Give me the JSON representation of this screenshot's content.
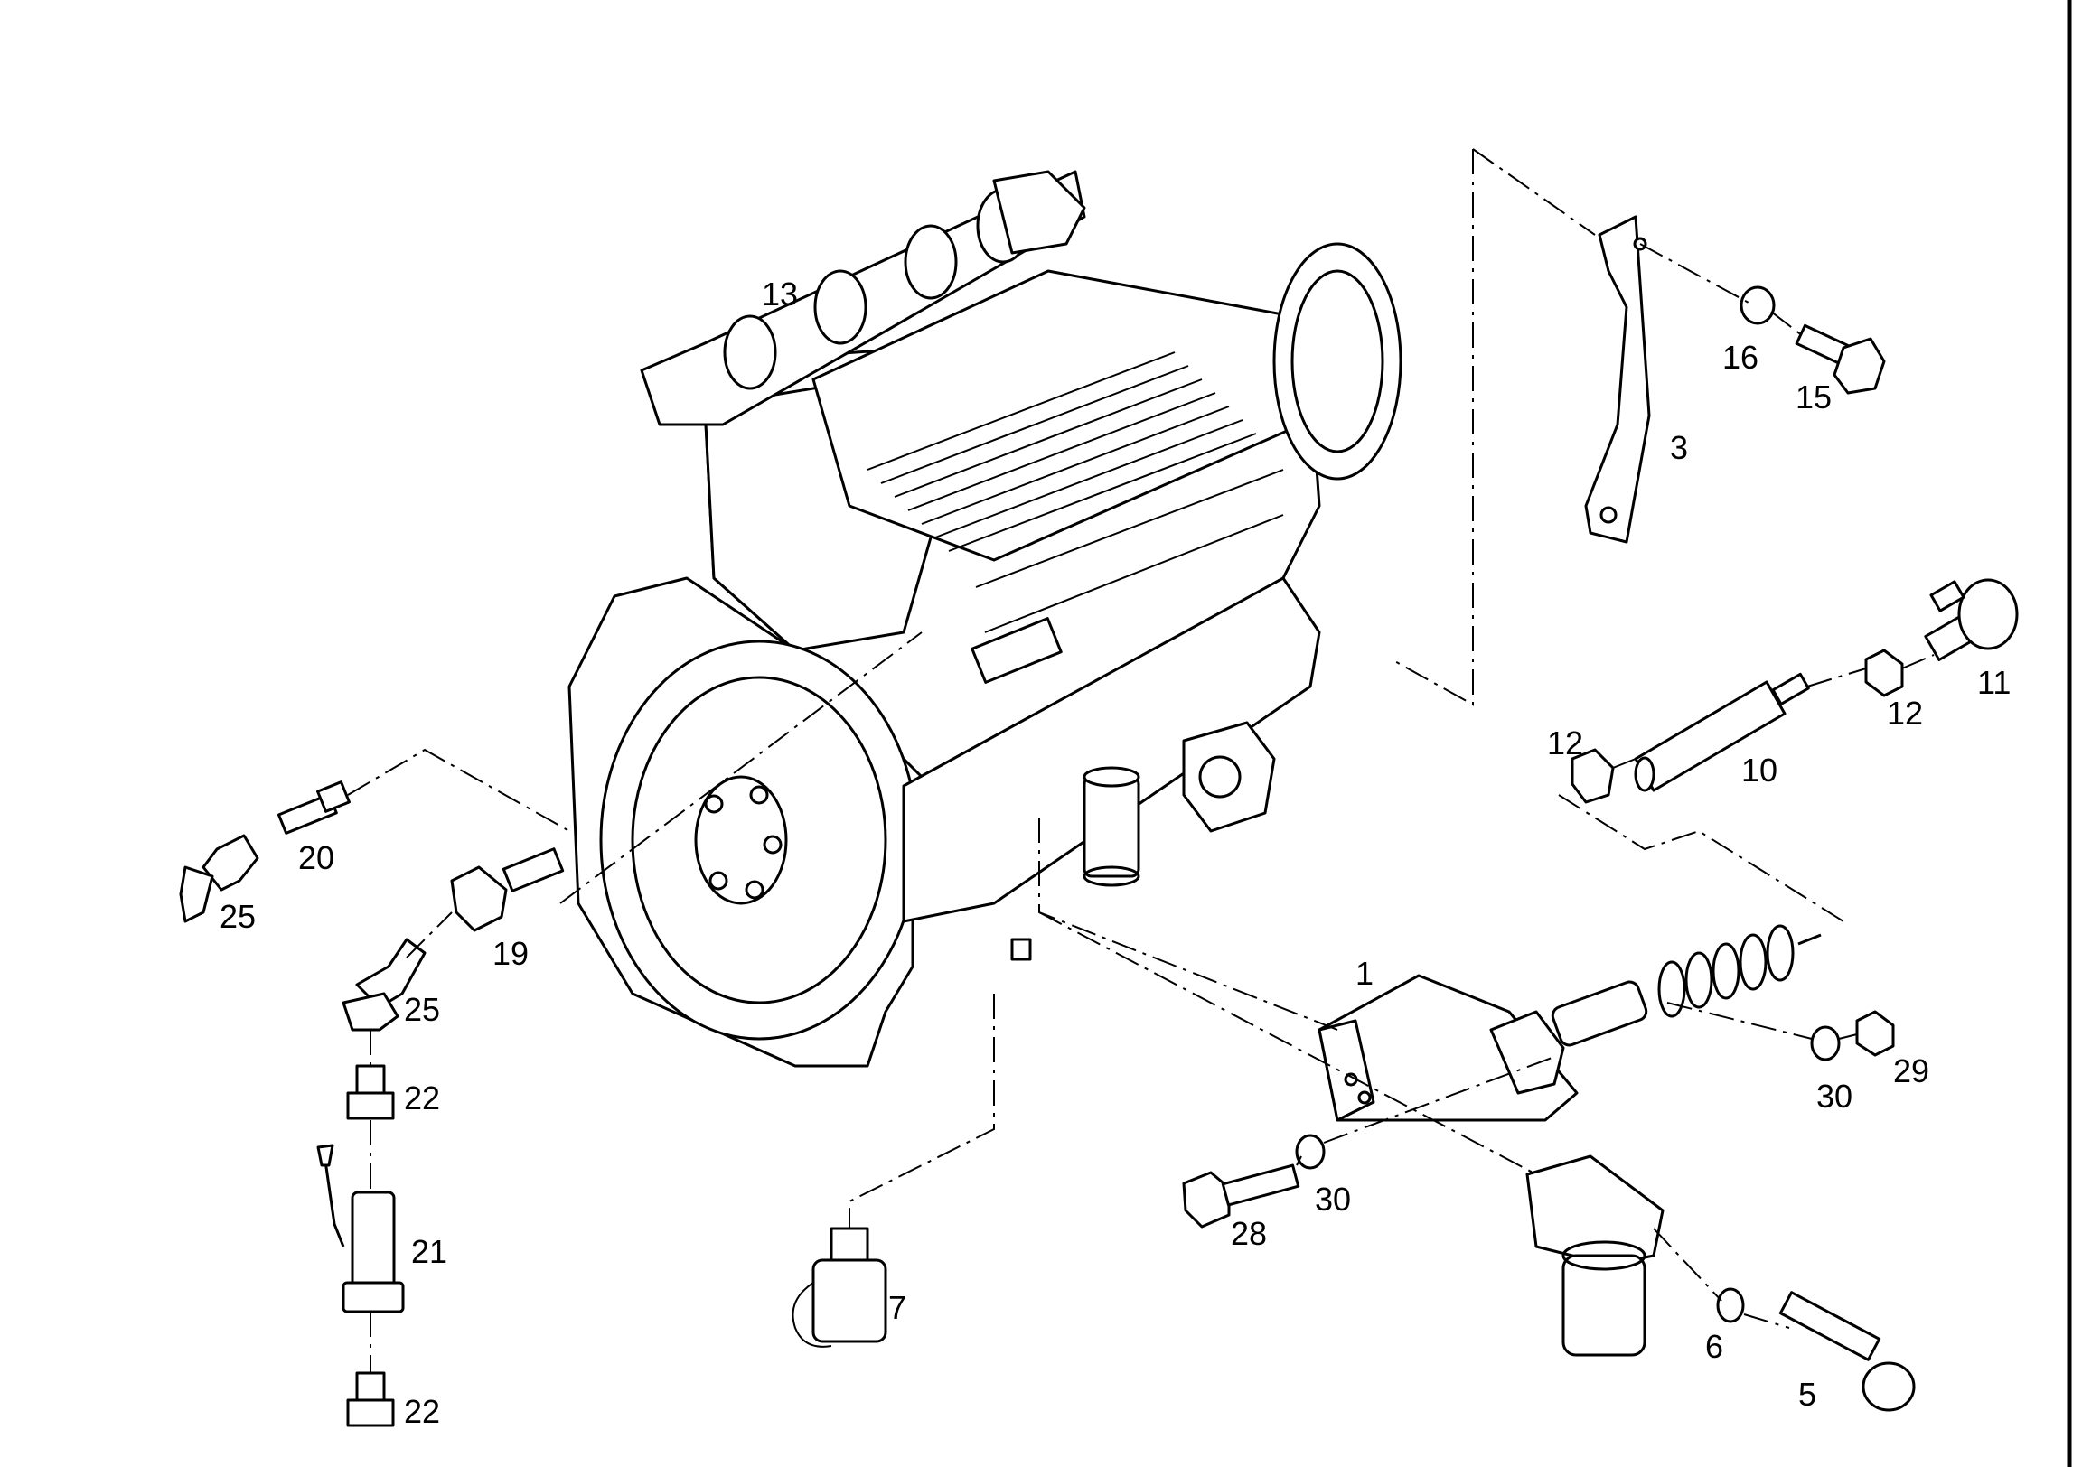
{
  "callouts": {
    "c1": "1",
    "c3": "3",
    "c5": "5",
    "c6": "6",
    "c7": "7",
    "c10": "10",
    "c11": "11",
    "c12a": "12",
    "c12b": "12",
    "c13": "13",
    "c15": "15",
    "c16": "16",
    "c19": "19",
    "c20": "20",
    "c21": "21",
    "c22a": "22",
    "c22b": "22",
    "c25a": "25",
    "c25b": "25",
    "c28": "28",
    "c29": "29",
    "c30a": "30",
    "c30b": "30"
  }
}
